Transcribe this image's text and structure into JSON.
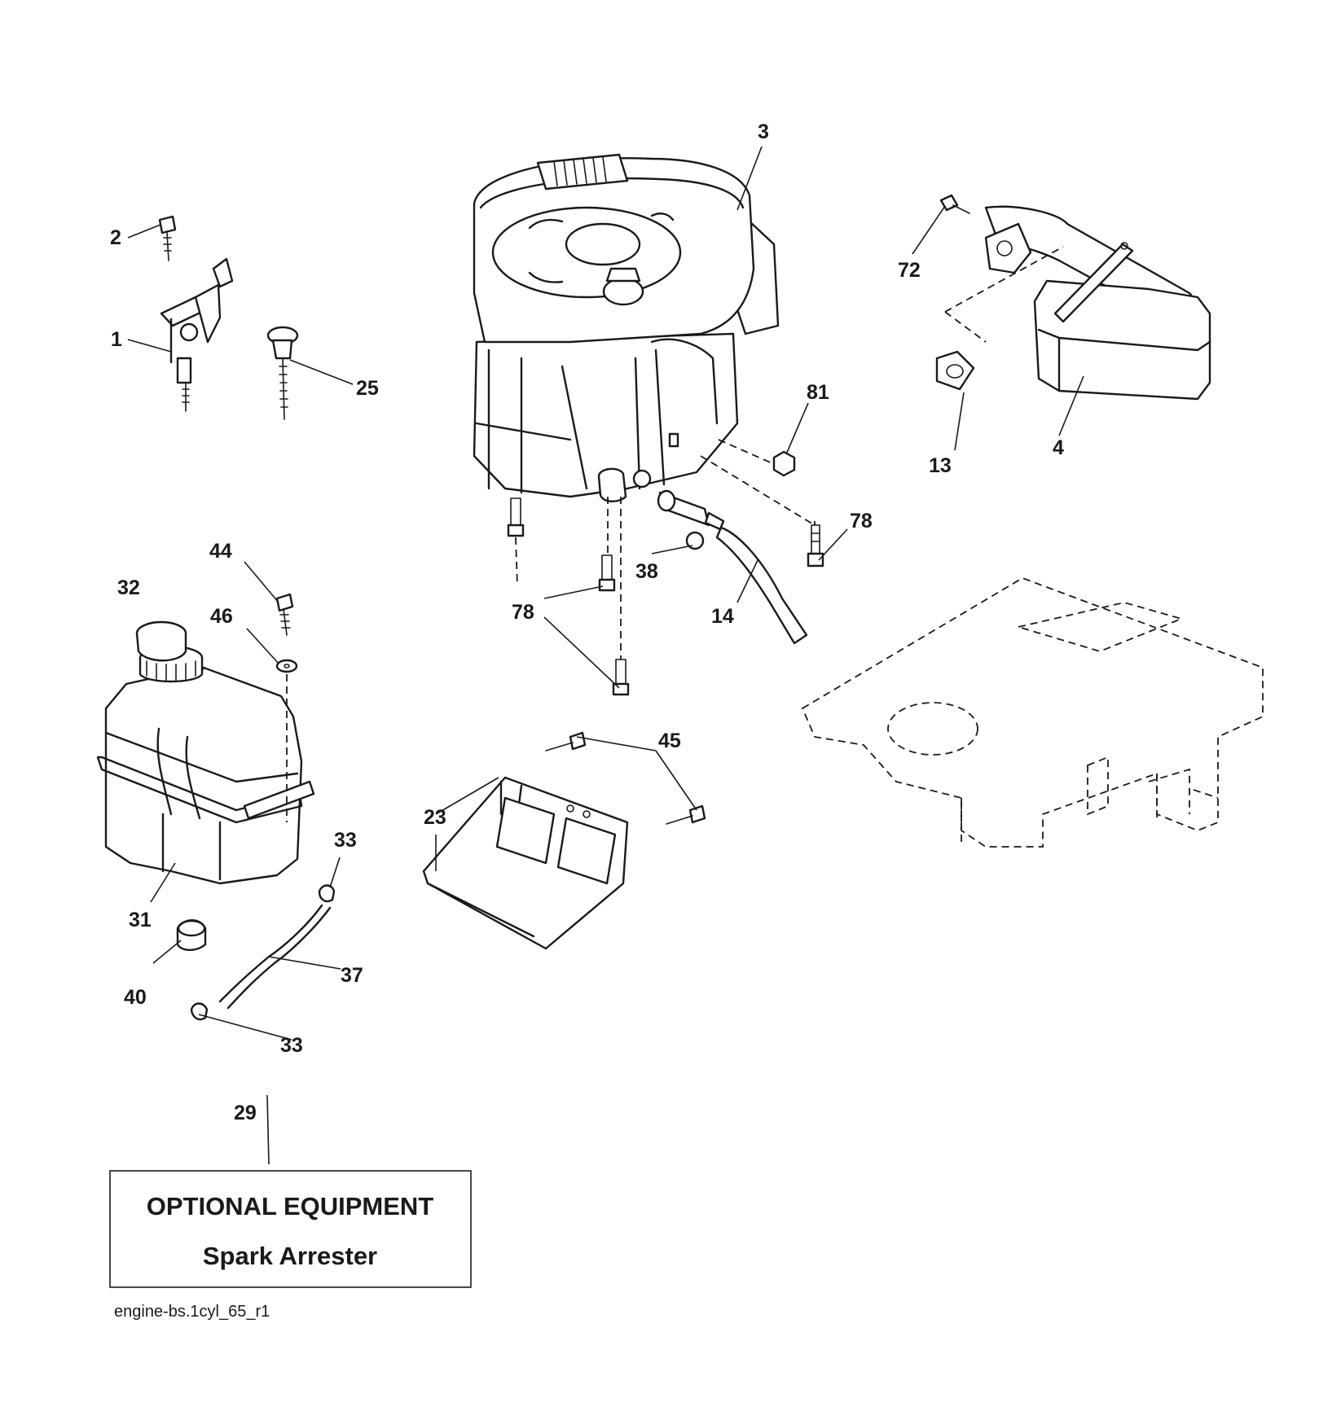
{
  "diagram_ref": "engine-bs.1cyl_65_r1",
  "optional_box": {
    "line1": "OPTIONAL EQUIPMENT",
    "line2": "Spark Arrester"
  },
  "labels": {
    "p1": "1",
    "p2": "2",
    "p3": "3",
    "p4": "4",
    "p13": "13",
    "p14": "14",
    "p23": "23",
    "p25": "25",
    "p29": "29",
    "p31": "31",
    "p32": "32",
    "p33a": "33",
    "p33b": "33",
    "p37": "37",
    "p38": "38",
    "p40": "40",
    "p44": "44",
    "p45": "45",
    "p46": "46",
    "p72": "72",
    "p78a": "78",
    "p78b": "78",
    "p81": "81"
  }
}
